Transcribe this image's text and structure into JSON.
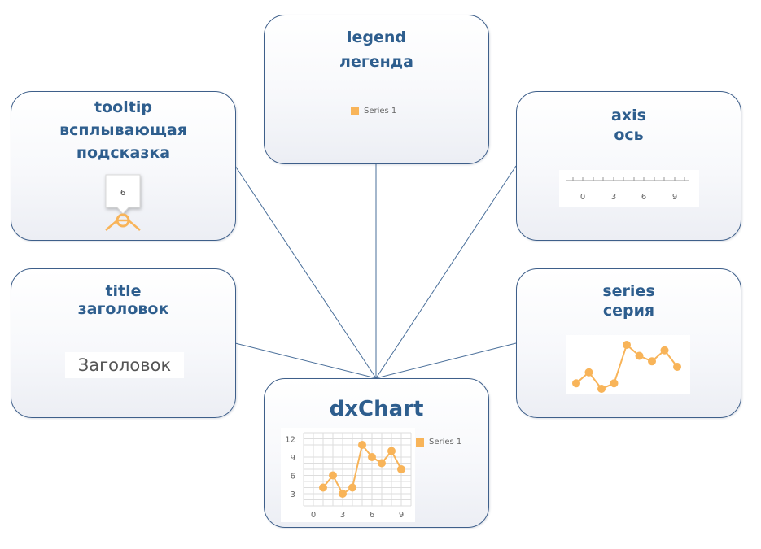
{
  "boxes": {
    "tooltip": {
      "line1": "tooltip",
      "line2": "всплывающая",
      "line3": "подсказка",
      "value": "6"
    },
    "legend": {
      "line1": "legend",
      "line2": "легенда",
      "item": "Series 1"
    },
    "axis": {
      "line1": "axis",
      "line2": "ось",
      "ticks": [
        "0",
        "3",
        "6",
        "9"
      ]
    },
    "title": {
      "line1": "title",
      "line2": "заголовок",
      "sample": "Заголовок"
    },
    "series": {
      "line1": "series",
      "line2": "серия"
    },
    "dxchart": {
      "title": "dxChart",
      "legend_item": "Series 1"
    }
  },
  "colors": {
    "accent": "#f8b459",
    "title_text": "#2e5e8e",
    "border": "#3e5f8a",
    "grid": "#dddddd"
  },
  "chart_data": [
    {
      "type": "line",
      "title": "",
      "xlabel": "",
      "ylabel": "",
      "x": [
        1,
        2,
        3,
        4,
        5,
        6,
        7,
        8,
        9
      ],
      "series": [
        {
          "name": "Series 1",
          "values": [
            4,
            6,
            3,
            4,
            11,
            9,
            8,
            10,
            7
          ]
        }
      ],
      "x_ticks": [
        "0",
        "3",
        "6",
        "9"
      ],
      "y_ticks": [
        "3",
        "6",
        "9",
        "12"
      ],
      "xlim": [
        -1,
        10
      ],
      "ylim": [
        1,
        13
      ],
      "grid": true,
      "legend": "right"
    },
    {
      "type": "line",
      "title": "",
      "x": [
        1,
        2,
        3,
        4,
        5,
        6,
        7,
        8,
        9
      ],
      "series": [
        {
          "values": [
            4,
            6,
            3,
            4,
            11,
            9,
            8,
            10,
            7
          ]
        }
      ],
      "grid": false,
      "legend": "none"
    }
  ]
}
